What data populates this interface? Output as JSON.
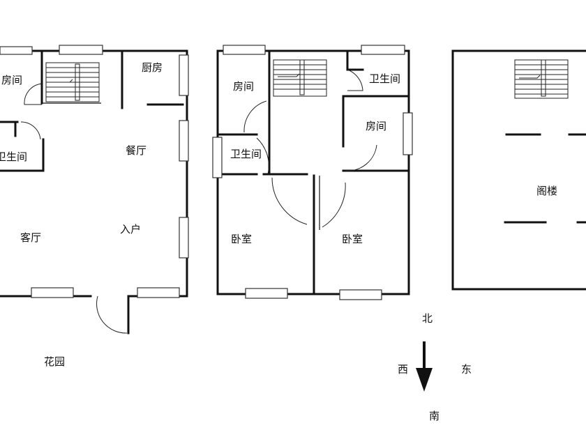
{
  "floors": {
    "ground": {
      "rooms": {
        "room": "房间",
        "kitchen": "厨房",
        "bathroom": "卫生间",
        "dining": "餐厅",
        "living": "客厅",
        "entrance": "入户",
        "garden": "花园"
      }
    },
    "second": {
      "rooms": {
        "room_left": "房间",
        "bathroom_right": "卫生间",
        "room_right": "房间",
        "bathroom_left": "卫生间",
        "bedroom_left": "卧室",
        "bedroom_right": "卧室"
      }
    },
    "attic": {
      "rooms": {
        "attic": "阁楼"
      }
    }
  },
  "compass": {
    "north": "北",
    "west": "西",
    "east": "东",
    "south": "南"
  }
}
